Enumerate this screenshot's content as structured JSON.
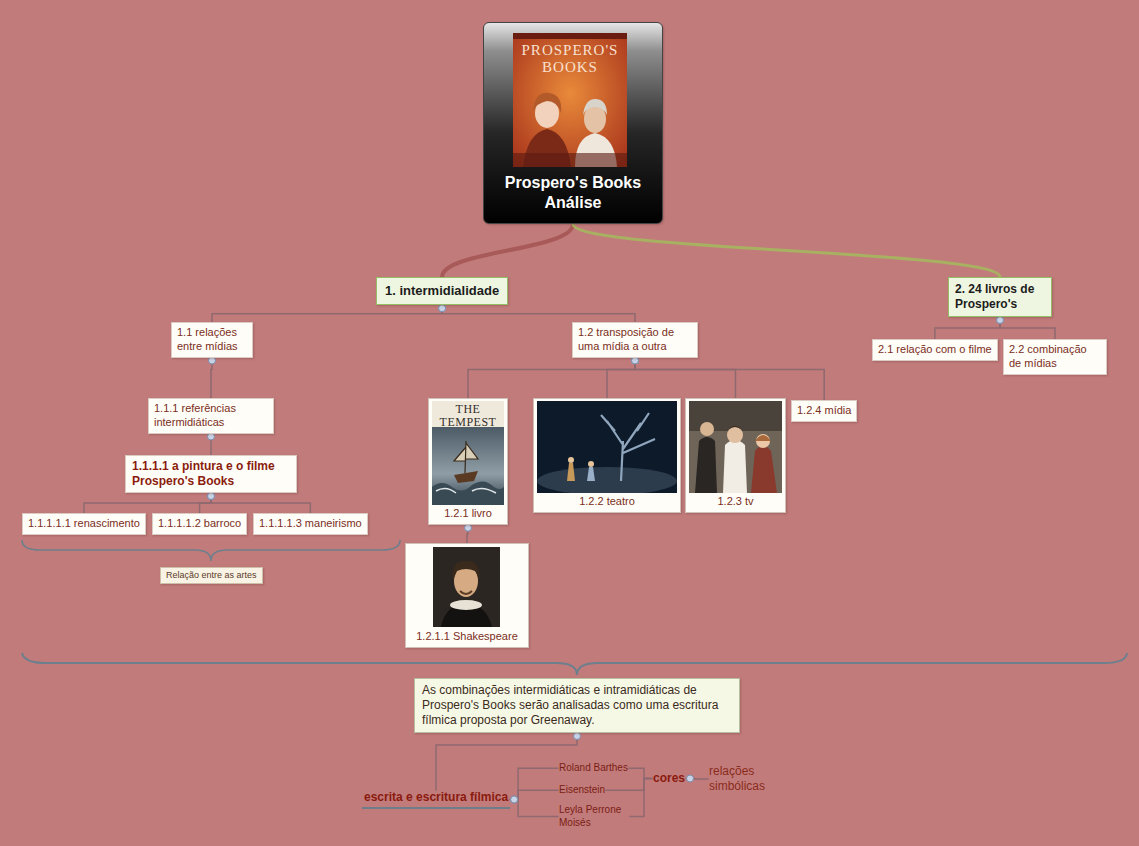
{
  "diagram": {
    "nodes": [
      {
        "text": [
          "Prospero's Books Análise"
        ]
      },
      {
        "text": [
          "1. intermidialidade"
        ]
      },
      {
        "text": [
          "2. 24 livros de Prospero's"
        ]
      },
      {
        "text": [
          "1.1 relações entre mídias"
        ]
      },
      {
        "text": [
          "1.2 transposição de uma mídia a outra"
        ]
      },
      {
        "text": [
          "1.1.1 referências intermidiáticas"
        ]
      },
      {
        "text": [
          "1.1.1.1 a pintura e o filme Prospero's Books"
        ]
      },
      {
        "text": [
          "1.1.1.1.1 renascimento"
        ]
      },
      {
        "text": [
          "1.1.1.1.2 barroco"
        ]
      },
      {
        "text": [
          "1.1.1.1.3 maneirismo"
        ]
      },
      {
        "text": [
          "Relação entre as artes"
        ]
      },
      {
        "text": [
          "1.2.1 livro"
        ]
      },
      {
        "text": [
          "1.2.1.1 Shakespeare"
        ]
      },
      {
        "text": [
          "1.2.2 teatro"
        ]
      },
      {
        "text": [
          "1.2.3 tv"
        ]
      },
      {
        "text": [
          "1.2.4 mídia"
        ]
      },
      {
        "text": [
          "2.1 relação com o filme"
        ]
      },
      {
        "text": [
          "2.2 combinação de mídias"
        ]
      },
      {
        "text": [
          "As combinações intermidiáticas e intramidiáticas de Prospero's Books serão analisadas como uma escritura fílmica proposta por Greenaway."
        ]
      },
      {
        "text": [
          "escrita e escritura fílmica"
        ]
      },
      {
        "text": [
          "Roland Barthes"
        ]
      },
      {
        "text": [
          "Eisenstein"
        ]
      },
      {
        "text": [
          "Leyla Perrone Moisés"
        ]
      },
      {
        "text": [
          "cores"
        ]
      },
      {
        "text": [
          "relações simbólicas"
        ]
      }
    ],
    "edges": [
      {
        "from": 0,
        "to": 1,
        "arrow": "none"
      },
      {
        "from": 0,
        "to": 2,
        "arrow": "none"
      },
      {
        "from": 1,
        "to": 3,
        "arrow": "none"
      },
      {
        "from": 1,
        "to": 4,
        "arrow": "none"
      },
      {
        "from": 3,
        "to": 5,
        "arrow": "none"
      },
      {
        "from": 5,
        "to": 6,
        "arrow": "none"
      },
      {
        "from": 6,
        "to": 7,
        "arrow": "none"
      },
      {
        "from": 6,
        "to": 8,
        "arrow": "none"
      },
      {
        "from": 6,
        "to": 9,
        "arrow": "none"
      },
      {
        "from": 4,
        "to": 11,
        "arrow": "none"
      },
      {
        "from": 4,
        "to": 13,
        "arrow": "none"
      },
      {
        "from": 4,
        "to": 14,
        "arrow": "none"
      },
      {
        "from": 4,
        "to": 15,
        "arrow": "none"
      },
      {
        "from": 11,
        "to": 12,
        "arrow": "none"
      },
      {
        "from": 2,
        "to": 16,
        "arrow": "none"
      },
      {
        "from": 2,
        "to": 17,
        "arrow": "none"
      },
      {
        "from": 18,
        "to": 19,
        "arrow": "none"
      },
      {
        "from": 19,
        "to": 20,
        "arrow": "none"
      },
      {
        "from": 19,
        "to": 21,
        "arrow": "none"
      },
      {
        "from": 19,
        "to": 22,
        "arrow": "none"
      },
      {
        "from": 20,
        "to": 23,
        "arrow": "none"
      },
      {
        "from": 21,
        "to": 23,
        "arrow": "none"
      },
      {
        "from": 22,
        "to": 23,
        "arrow": "none"
      },
      {
        "from": 23,
        "to": 24,
        "arrow": "none"
      }
    ],
    "labels": [
      "PROSPERO'S BOOKS",
      "THE TEMPEST"
    ]
  }
}
